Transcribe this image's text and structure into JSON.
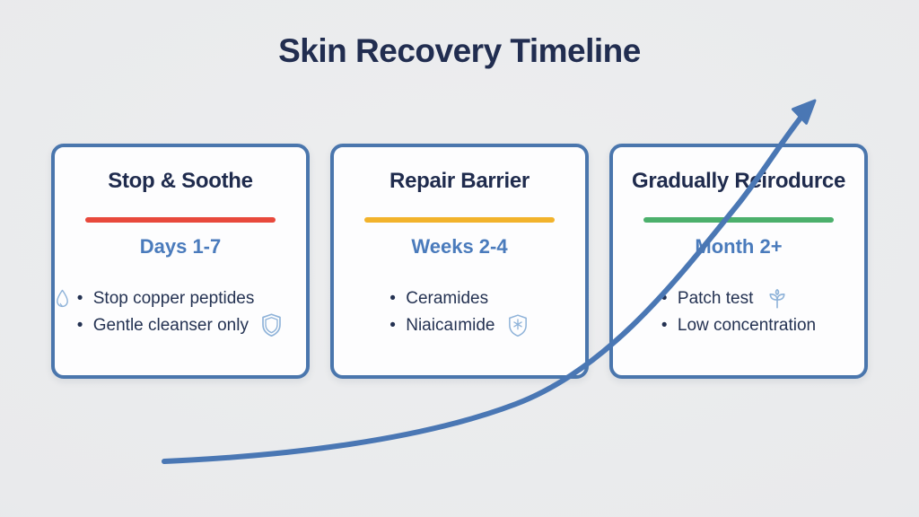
{
  "title": "Skin Recovery Timeline",
  "colors": {
    "background": "#e9eaec",
    "card_border": "#4a76ad",
    "card_background": "#fdfdfe",
    "heading_text": "#212d50",
    "body_text": "#243252",
    "phase_text": "#4a7bbc",
    "icon_blue": "#8fb3d9",
    "accent_red": "#e8493c",
    "accent_yellow": "#f2b32c",
    "accent_green": "#4cb06c",
    "arrow_blue": "#4a77b4"
  },
  "cards": [
    {
      "title": "Stop & Soothe",
      "accent_color": "#e8493c",
      "phase": "Days 1-7",
      "bullets": [
        {
          "text": "Stop copper peptides",
          "icon": "droplet-icon",
          "icon_position": "before"
        },
        {
          "text": "Gentle cleanser only",
          "icon": "shield-icon",
          "icon_position": "after"
        }
      ]
    },
    {
      "title": "Repair Barrier",
      "accent_color": "#f2b32c",
      "phase": "Weeks 2-4",
      "bullets": [
        {
          "text": "Ceramides",
          "icon": null
        },
        {
          "text": "Niaicaımide",
          "icon": "shield-cross-icon",
          "icon_position": "after"
        }
      ]
    },
    {
      "title": "Gradually Reirodurce",
      "accent_color": "#4cb06c",
      "phase": "Month 2+",
      "bullets": [
        {
          "text": "Patch test",
          "icon": "seedling-icon",
          "icon_position": "after"
        },
        {
          "text": "Low concentration",
          "icon": null
        }
      ]
    }
  ],
  "arrow": {
    "color": "#4a77b4"
  }
}
